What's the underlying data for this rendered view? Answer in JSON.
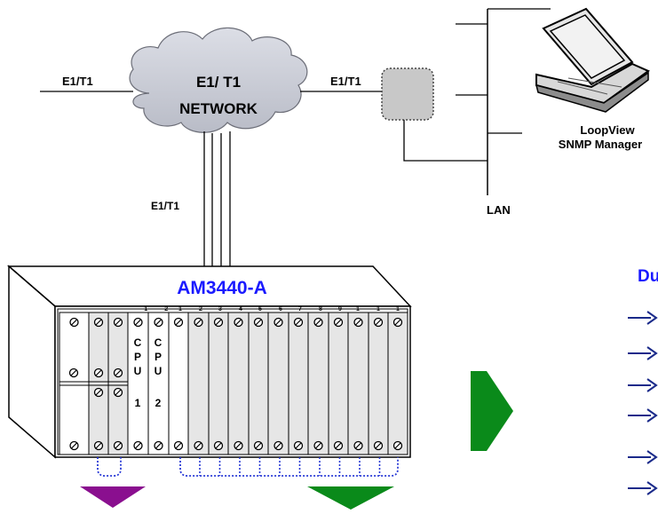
{
  "colors": {
    "title_blue": "#1a1aff",
    "arrow_green": "#0a8a1a",
    "arrow_purple": "#8a0f8f",
    "cloud_fill": "#c9cbd4",
    "chassis_fill": "#ffffff",
    "card_fill": "#e6e6e6",
    "dotted_blue": "#2a3bd6",
    "device_fill": "#c8c8c8"
  },
  "network": {
    "cloud_line1": "E1/ T1",
    "cloud_line2": "NETWORK",
    "link_left_label": "E1/T1",
    "link_right_label": "E1/T1",
    "link_down_label": "E1/T1"
  },
  "lan": {
    "label": "LAN",
    "manager_line1": "LoopView",
    "manager_line2": "SNMP Manager"
  },
  "chassis": {
    "title": "AM3440-A",
    "cpu1_letters": [
      "C",
      "P",
      "U",
      "1"
    ],
    "cpu2_letters": [
      "C",
      "P",
      "U",
      "2"
    ],
    "slot_numbers": [
      "-1",
      "-2",
      "1",
      "2",
      "3",
      "4",
      "5",
      "6",
      "7",
      "8",
      "9",
      "1",
      "1",
      "1"
    ]
  },
  "right_panel": {
    "heading": "Du",
    "arrow_icons": [
      "arrow-right-icon",
      "arrow-right-icon",
      "arrow-right-icon",
      "arrow-right-icon",
      "arrow-right-icon",
      "arrow-right-icon"
    ]
  }
}
